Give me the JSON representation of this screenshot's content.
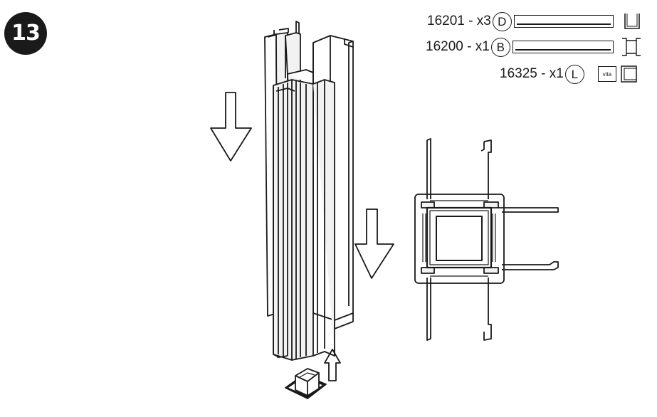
{
  "step": {
    "number": "13"
  },
  "parts": [
    {
      "code": "16201",
      "qty": "x3",
      "letter": "D"
    },
    {
      "code": "16200",
      "qty": "x1",
      "letter": "B"
    },
    {
      "code": "16325",
      "qty": "x1",
      "letter": "L",
      "logo_text": "vita"
    }
  ],
  "separator": " - ",
  "colors": {
    "ink": "#1a1a1a",
    "panel": "#f2f2f2",
    "background": "#ffffff"
  },
  "icons": [
    "down-arrow-icon",
    "up-arrow-icon"
  ]
}
